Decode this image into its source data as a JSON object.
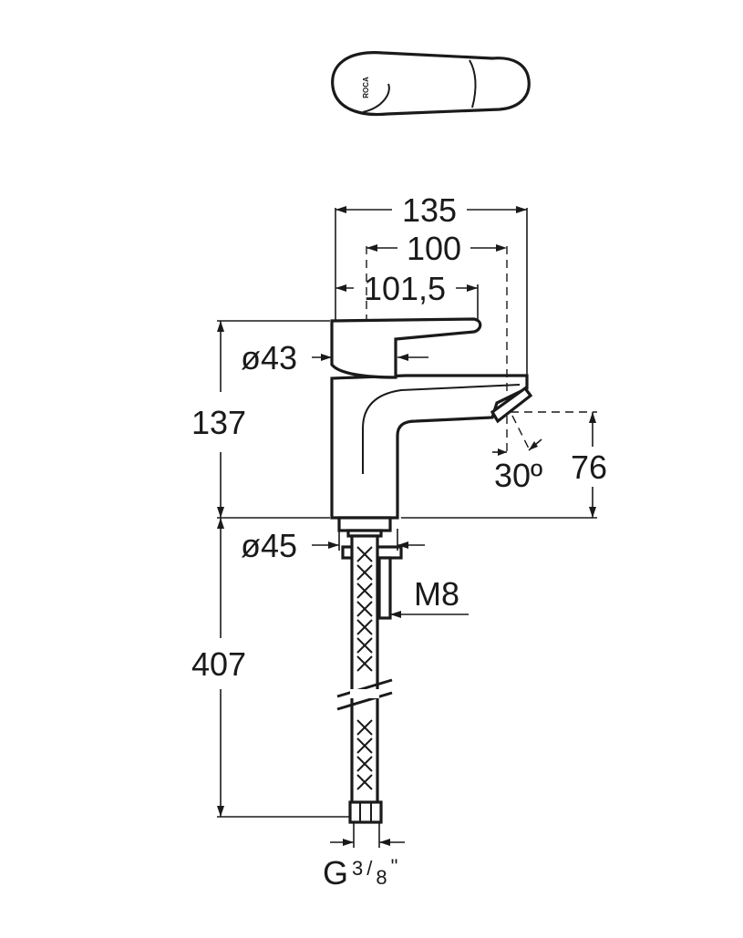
{
  "drawing": {
    "top_view_logo": "ROCA",
    "dimensions": {
      "overall_width": "135",
      "spout_reach": "100",
      "handle_reach": "101,5",
      "handle_diameter": "ø43",
      "body_height": "137",
      "spout_clearance": "76",
      "spout_angle": "30º",
      "base_diameter": "ø45",
      "thread": "M8",
      "hose_length": "407",
      "connection_prefix": "G",
      "connection_num": "3",
      "connection_den": "8",
      "connection_suffix": "\""
    }
  }
}
